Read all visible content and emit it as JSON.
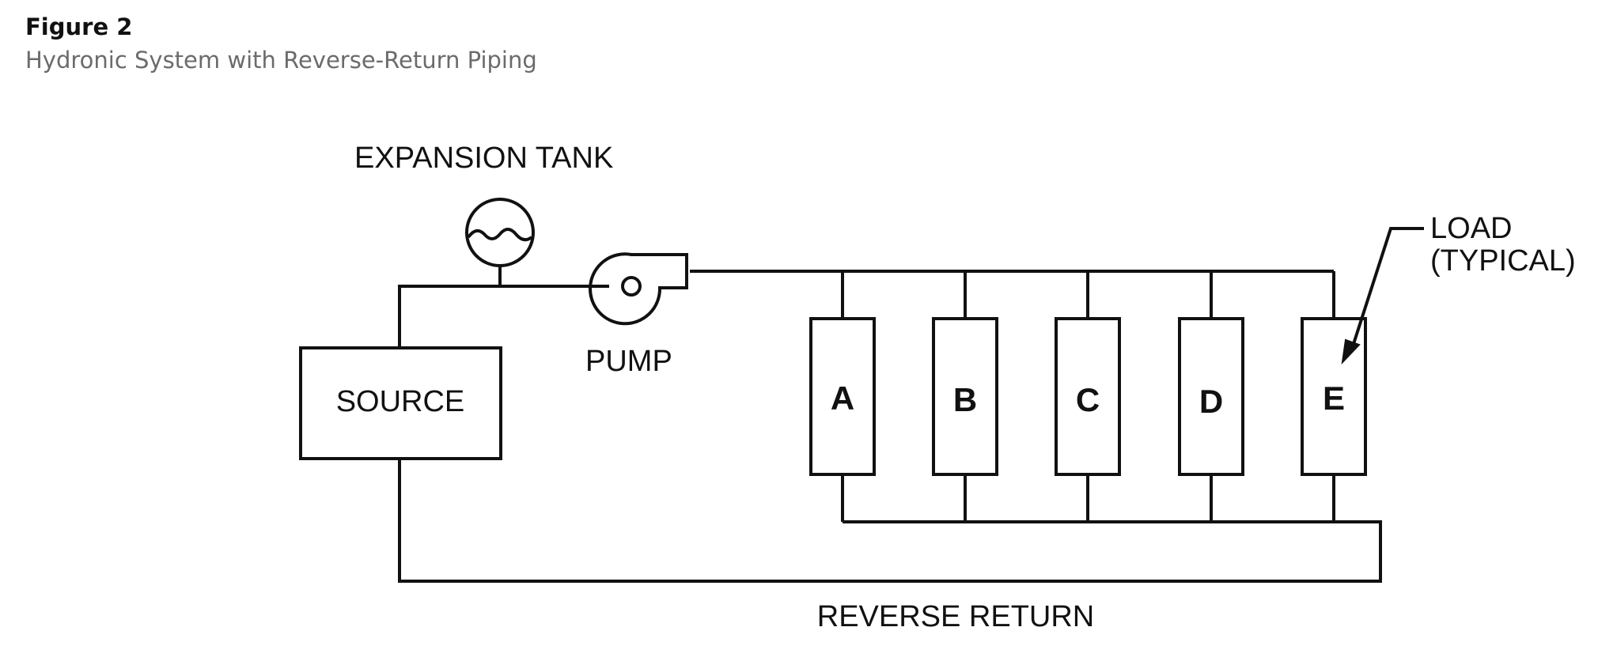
{
  "figure": {
    "title": "Figure 2",
    "subtitle": "Hydronic System with Reverse-Return Piping"
  },
  "diagram": {
    "expansion_tank_label": "EXPANSION TANK",
    "pump_label": "PUMP",
    "source_label": "SOURCE",
    "load_callout_line1": "LOAD",
    "load_callout_line2": "(TYPICAL)",
    "return_label": "REVERSE RETURN",
    "loads": [
      "A",
      "B",
      "C",
      "D",
      "E"
    ]
  }
}
